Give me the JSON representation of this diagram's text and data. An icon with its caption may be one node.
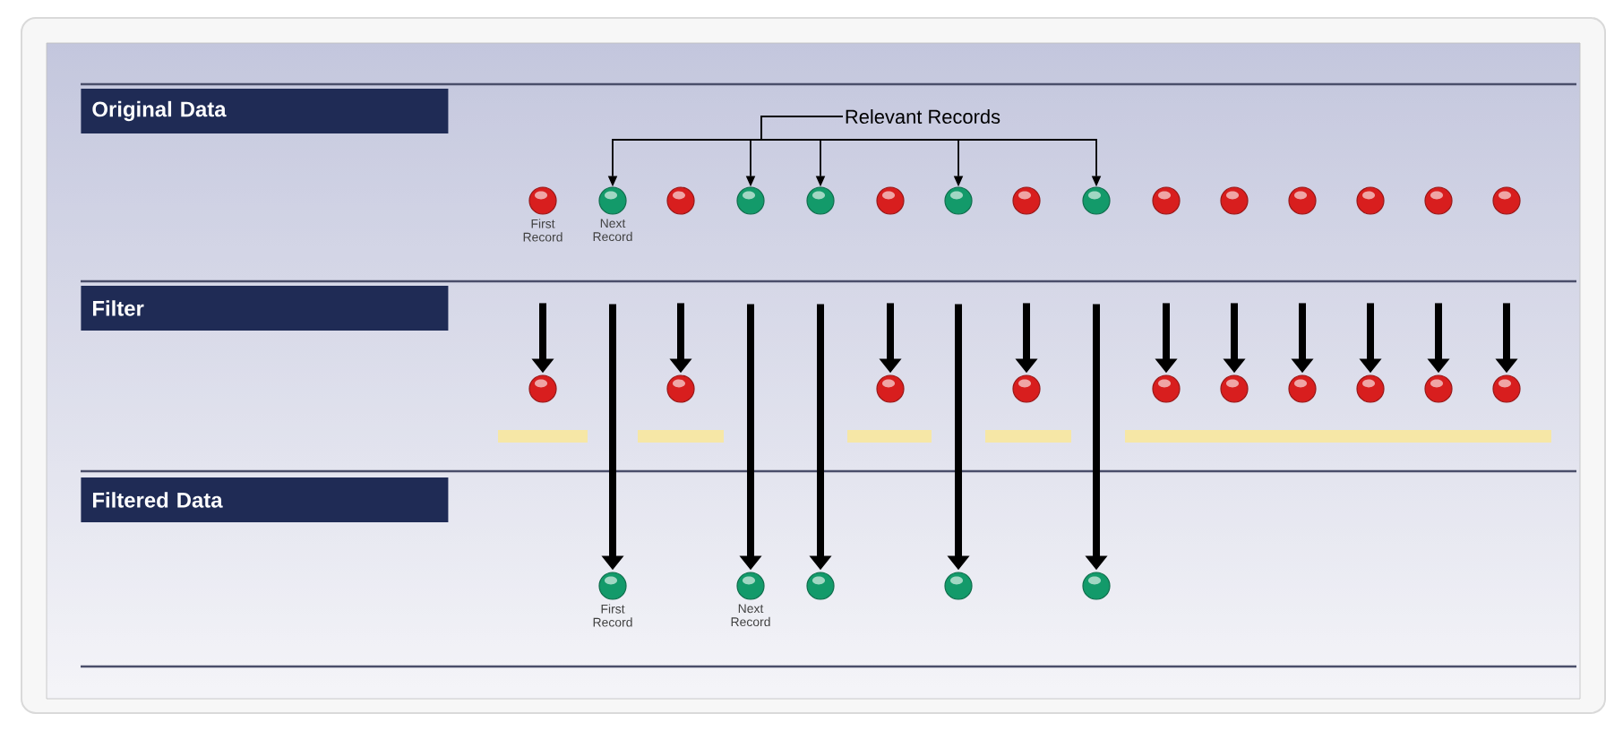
{
  "diagram": {
    "nodes": [
      {
        "text": [
          "Original Data"
        ]
      },
      {
        "text": [
          "Filter"
        ]
      },
      {
        "text": [
          "Filtered Data"
        ]
      },
      {
        "text": [
          "Relevant Records"
        ]
      },
      {
        "text": [],
        "shape": "circle",
        "beside": [
          "First Record"
        ]
      },
      {
        "text": [],
        "shape": "circle",
        "beside": [
          "Next Record"
        ]
      },
      {
        "text": [],
        "shape": "circle"
      },
      {
        "text": [],
        "shape": "circle"
      },
      {
        "text": [],
        "shape": "circle"
      },
      {
        "text": [],
        "shape": "circle"
      },
      {
        "text": [],
        "shape": "circle"
      },
      {
        "text": [],
        "shape": "circle"
      },
      {
        "text": [],
        "shape": "circle"
      },
      {
        "text": [],
        "shape": "circle"
      },
      {
        "text": [],
        "shape": "circle"
      },
      {
        "text": [],
        "shape": "circle"
      },
      {
        "text": [],
        "shape": "circle"
      },
      {
        "text": [],
        "shape": "circle"
      },
      {
        "text": [],
        "shape": "circle"
      },
      {
        "text": [],
        "shape": "circle"
      },
      {
        "text": [],
        "shape": "circle"
      },
      {
        "text": [],
        "shape": "circle"
      },
      {
        "text": [],
        "shape": "circle"
      },
      {
        "text": [],
        "shape": "circle"
      },
      {
        "text": [],
        "shape": "circle"
      },
      {
        "text": [],
        "shape": "circle"
      },
      {
        "text": [],
        "shape": "circle"
      },
      {
        "text": [],
        "shape": "circle"
      },
      {
        "text": [],
        "shape": "circle"
      },
      {
        "text": [],
        "shape": "circle",
        "beside": [
          "First Record"
        ]
      },
      {
        "text": [],
        "shape": "circle",
        "beside": [
          "Next Record"
        ]
      },
      {
        "text": [],
        "shape": "circle"
      },
      {
        "text": [],
        "shape": "circle"
      },
      {
        "text": [],
        "shape": "circle"
      }
    ],
    "edges": [
      {
        "from": 3,
        "to": 5,
        "arrow": "to"
      },
      {
        "from": 3,
        "to": 7,
        "arrow": "to"
      },
      {
        "from": 3,
        "to": 8,
        "arrow": "to"
      },
      {
        "from": 3,
        "to": 10,
        "arrow": "to"
      },
      {
        "from": 3,
        "to": 12,
        "arrow": "to"
      },
      {
        "from": null,
        "to": 19,
        "arrow": "to"
      },
      {
        "from": null,
        "to": 20,
        "arrow": "to"
      },
      {
        "from": null,
        "to": 21,
        "arrow": "to"
      },
      {
        "from": null,
        "to": 22,
        "arrow": "to"
      },
      {
        "from": null,
        "to": 23,
        "arrow": "to"
      },
      {
        "from": null,
        "to": 24,
        "arrow": "to"
      },
      {
        "from": null,
        "to": 25,
        "arrow": "to"
      },
      {
        "from": null,
        "to": 26,
        "arrow": "to"
      },
      {
        "from": null,
        "to": 27,
        "arrow": "to"
      },
      {
        "from": null,
        "to": 28,
        "arrow": "to"
      },
      {
        "from": 5,
        "to": 29,
        "arrow": "to"
      },
      {
        "from": 7,
        "to": 30,
        "arrow": "to"
      },
      {
        "from": 8,
        "to": 31,
        "arrow": "to"
      },
      {
        "from": 10,
        "to": 32,
        "arrow": "to"
      },
      {
        "from": 12,
        "to": 33,
        "arrow": "to"
      }
    ]
  }
}
